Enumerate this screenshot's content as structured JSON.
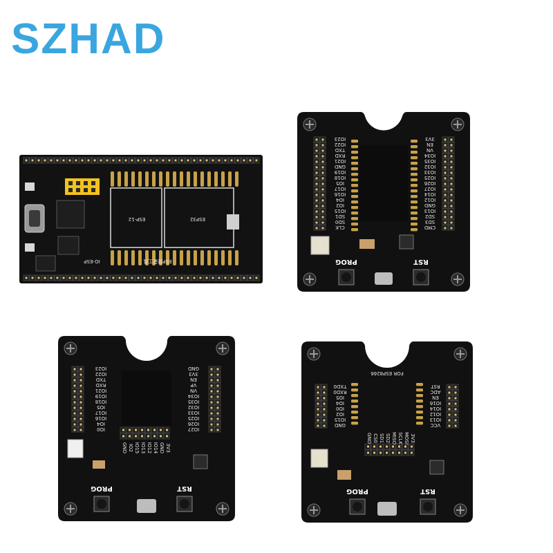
{
  "brand": {
    "text": "SZHAD",
    "color": "#3aa6df"
  },
  "boards": {
    "esp12": {
      "labels": [
        "ESP-12",
        "ESP32",
        "IO-ESP",
        "ESP烧录工具"
      ]
    },
    "esp32a": {
      "buttons": [
        "PROG",
        "RST"
      ],
      "left_pins": [
        "IO23",
        "IO22",
        "TXD",
        "RXD",
        "IO21",
        "GND",
        "IO19",
        "IO18",
        "IO5",
        "IO17",
        "IO16",
        "IO4",
        "IO2",
        "IO15",
        "SD1",
        "SD0",
        "CLK"
      ],
      "right_pins": [
        "3V3",
        "EN",
        "VN",
        "IO34",
        "IO35",
        "IO32",
        "IO33",
        "IO25",
        "IO26",
        "IO27",
        "IO14",
        "IO12",
        "GND",
        "IO13",
        "SD2",
        "SD3",
        "CMD"
      ]
    },
    "esp32b": {
      "buttons": [
        "PROG",
        "RST"
      ],
      "left_pins": [
        "IO23",
        "IO22",
        "TXD",
        "RXD",
        "IO21",
        "IO19",
        "IO18",
        "IO5",
        "IO17",
        "IO16",
        "IO4",
        "IO0"
      ],
      "right_pins": [
        "GND",
        "3V3",
        "EN",
        "VP",
        "VN",
        "IO34",
        "IO35",
        "IO32",
        "IO33",
        "IO25",
        "IO26",
        "IO27"
      ],
      "bottom_pins": [
        "GND",
        "IO2",
        "IO15",
        "IO13",
        "IO12",
        "IO14",
        "GND",
        "3V3"
      ]
    },
    "esp8266": {
      "title": "FOR ESP8266",
      "buttons": [
        "PROG",
        "RST"
      ],
      "left_pins": [
        "TXD0",
        "RXD0",
        "IO5",
        "IO4",
        "IO0",
        "IO2",
        "IO15",
        "GND"
      ],
      "right_pins": [
        "RST",
        "ADC",
        "EN",
        "IO16",
        "IO14",
        "IO12",
        "IO13",
        "VCC"
      ],
      "bottom_pins": [
        "GND",
        "CS0",
        "SD1",
        "SD2",
        "MISO",
        "SCLK",
        "MOSI",
        "3V3"
      ]
    }
  }
}
